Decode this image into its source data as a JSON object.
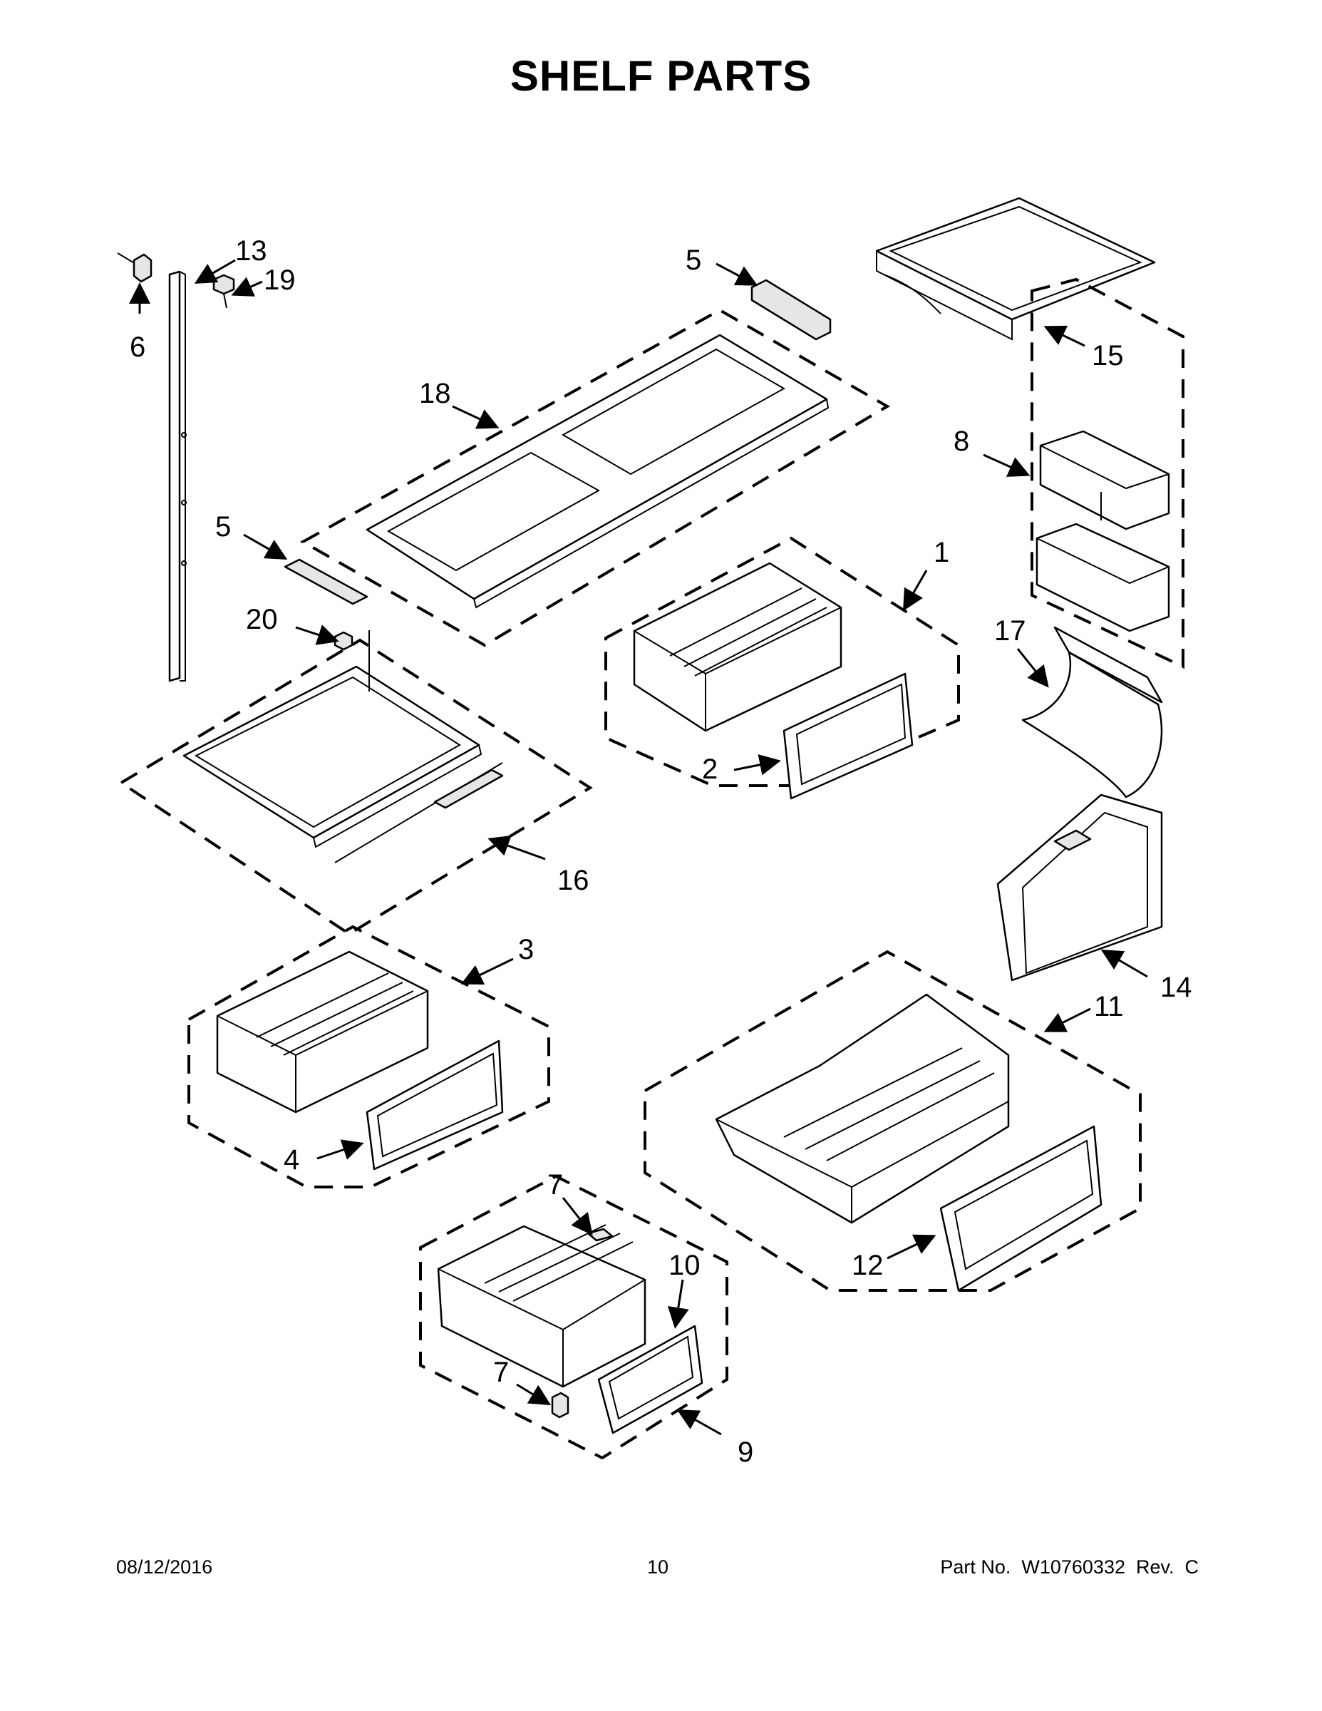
{
  "title": "SHELF PARTS",
  "callouts": {
    "c1": "1",
    "c2": "2",
    "c3": "3",
    "c4": "4",
    "c5a": "5",
    "c5b": "5",
    "c6": "6",
    "c7a": "7",
    "c7b": "7",
    "c8": "8",
    "c9": "9",
    "c10": "10",
    "c11": "11",
    "c12": "12",
    "c13": "13",
    "c14": "14",
    "c15": "15",
    "c16": "16",
    "c17": "17",
    "c18": "18",
    "c19": "19",
    "c20": "20"
  },
  "footer": {
    "date": "08/12/2016",
    "page_number": "10",
    "part_number": "Part No.  W10760332  Rev.  C"
  }
}
